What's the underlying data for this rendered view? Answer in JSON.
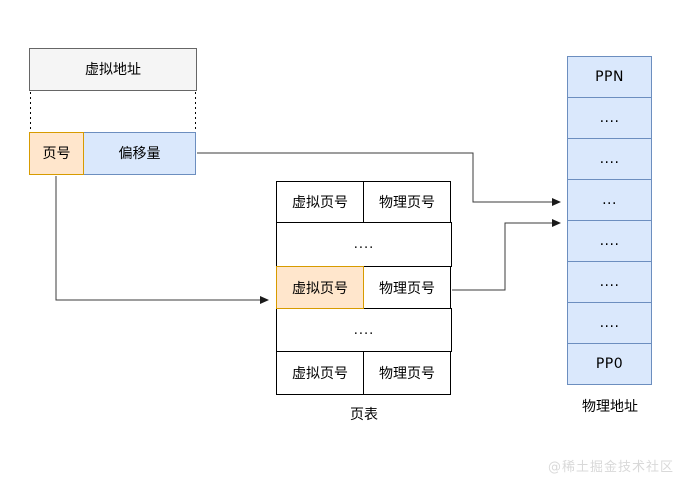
{
  "diagram": {
    "title_semantic": "virtual-to-physical address translation via page table",
    "palette": {
      "orange_fill": "#ffe6cc",
      "orange_stroke": "#d79b00",
      "blue_fill": "#dae8fc",
      "blue_stroke": "#6c8ebf",
      "gray_fill": "#f5f5f5",
      "gray_stroke": "#666666",
      "connector_color": "#3b3b3b"
    },
    "virtual_address": {
      "label": "虚拟地址"
    },
    "page_number": {
      "label": "页号"
    },
    "offset": {
      "label": "偏移量"
    },
    "page_table": {
      "caption": "页表",
      "rows": [
        {
          "type": "pair",
          "vpn": "虚拟页号",
          "ppn": "物理页号",
          "highlight": false
        },
        {
          "type": "dots",
          "text": "...."
        },
        {
          "type": "pair",
          "vpn": "虚拟页号",
          "ppn": "物理页号",
          "highlight": true
        },
        {
          "type": "dots",
          "text": "...."
        },
        {
          "type": "pair",
          "vpn": "虚拟页号",
          "ppn": "物理页号",
          "highlight": false
        }
      ]
    },
    "physical_memory": {
      "caption": "物理地址",
      "cells": [
        "PPN",
        "....",
        "....",
        "...",
        "....",
        "....",
        "....",
        "PP0"
      ]
    },
    "watermark": "@稀土掘金技术社区"
  }
}
